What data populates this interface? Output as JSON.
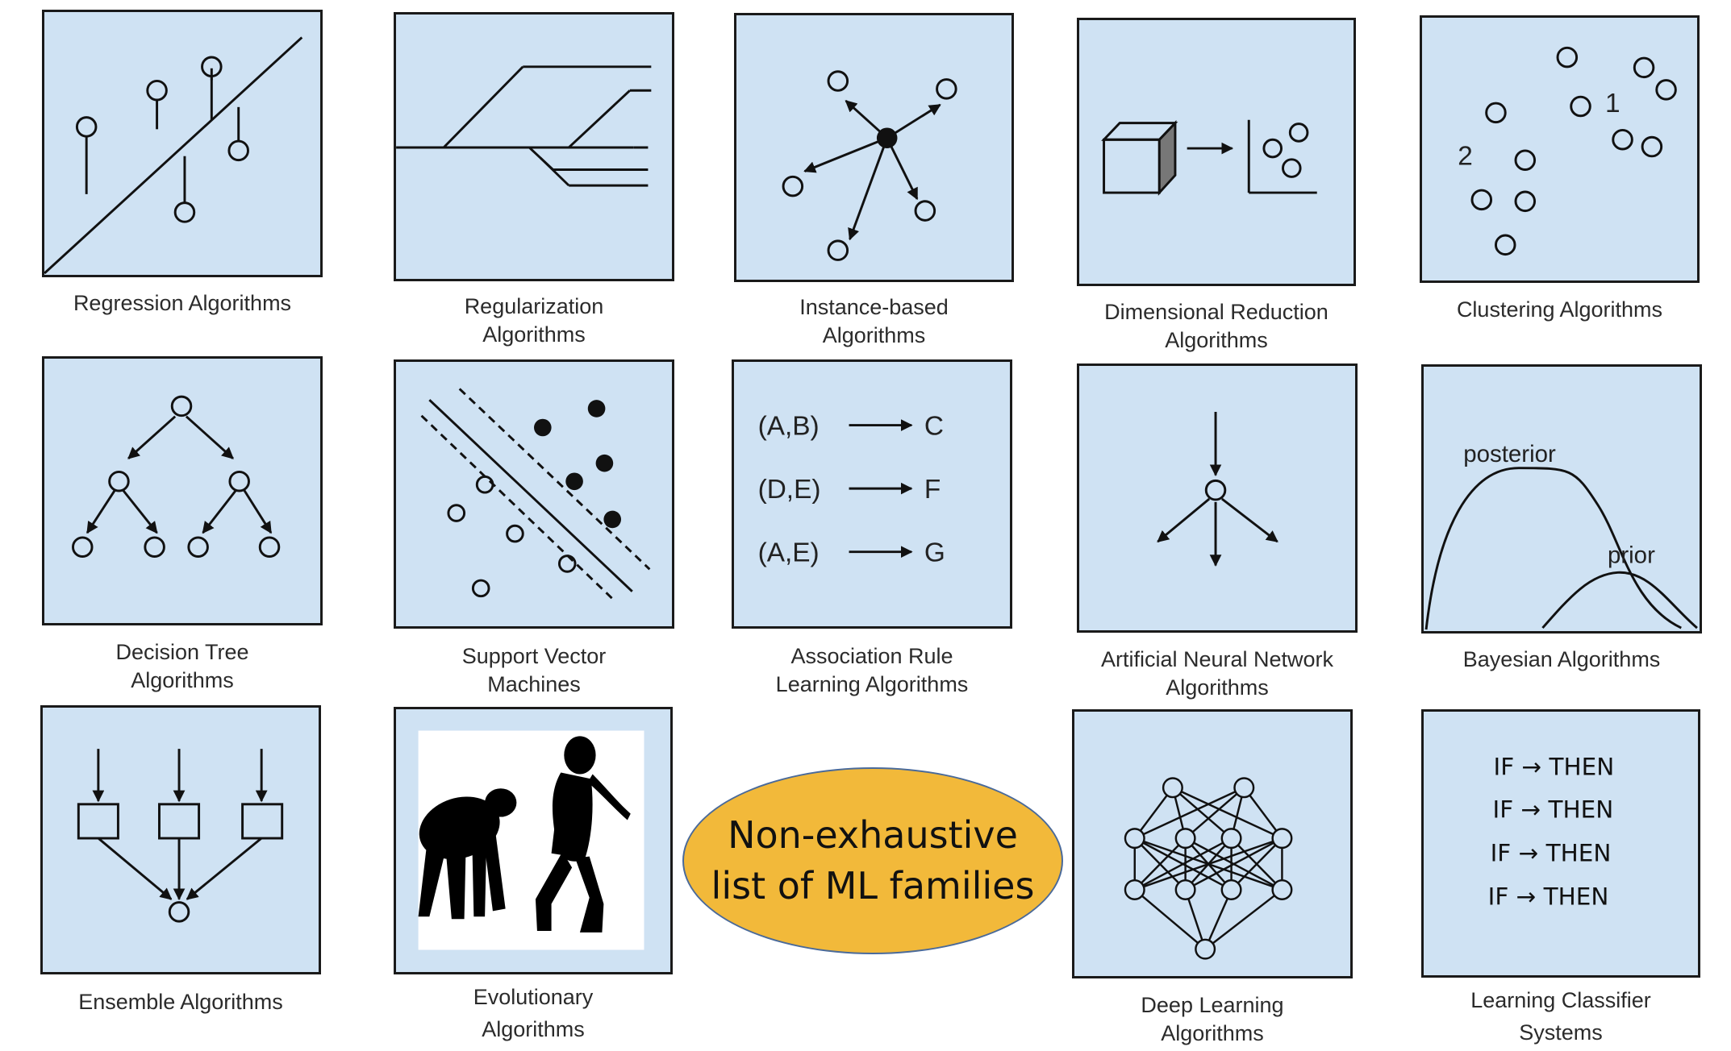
{
  "families": [
    {
      "label_lines": [
        "Regression Algorithms"
      ]
    },
    {
      "label_lines": [
        "Regularization",
        "Algorithms"
      ]
    },
    {
      "label_lines": [
        "Instance-based",
        "Algorithms"
      ]
    },
    {
      "label_lines": [
        "Dimensional Reduction",
        "Algorithms"
      ]
    },
    {
      "label_lines": [
        "Clustering Algorithms"
      ],
      "cluster_labels": [
        "1",
        "2"
      ]
    },
    {
      "label_lines": [
        "Decision Tree",
        "Algorithms"
      ]
    },
    {
      "label_lines": [
        "Support Vector",
        "Machines"
      ]
    },
    {
      "label_lines": [
        "Association Rule",
        "Learning Algorithms"
      ],
      "rules": [
        {
          "lhs": "(A,B)",
          "rhs": "C"
        },
        {
          "lhs": "(D,E)",
          "rhs": "F"
        },
        {
          "lhs": "(A,E)",
          "rhs": "G"
        }
      ]
    },
    {
      "label_lines": [
        "Artificial Neural Network",
        "Algorithms"
      ]
    },
    {
      "label_lines": [
        "Bayesian Algorithms"
      ],
      "curve_labels": [
        "posterior",
        "prior"
      ]
    },
    {
      "label_lines": [
        "Ensemble Algorithms"
      ]
    },
    {
      "label_lines": [
        "Evolutionary",
        "Algorithms"
      ]
    },
    {
      "label_lines": [
        "Deep Learning",
        "Algorithms"
      ]
    },
    {
      "label_lines": [
        "Learning Classifier",
        "Systems"
      ],
      "rules": [
        "IF → THEN",
        "IF → THEN",
        "IF → THEN",
        "IF → THEN"
      ]
    }
  ],
  "center_label": [
    "Non-exhaustive",
    "list of ML families"
  ],
  "colors": {
    "tile_fill": "#cfe2f3",
    "tile_border": "#1a1a1a",
    "center_fill": "#f2b93a",
    "center_border": "#4a6a9a"
  }
}
